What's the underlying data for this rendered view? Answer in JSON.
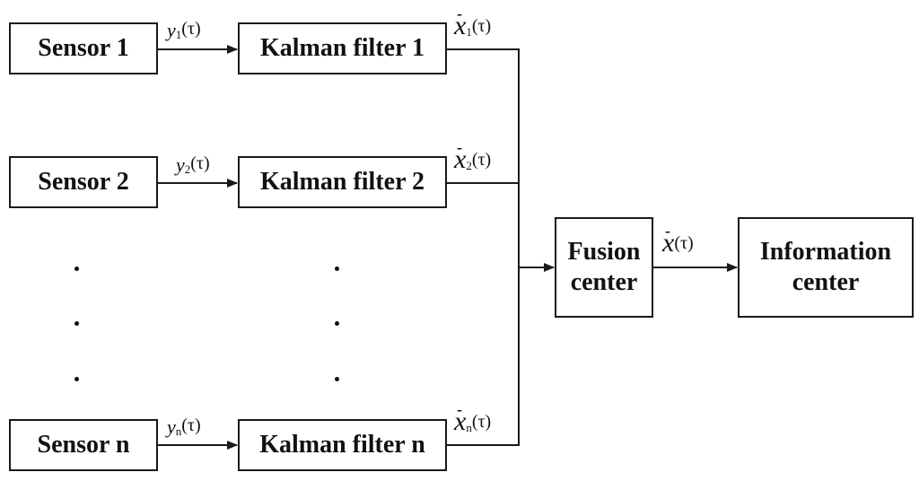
{
  "sensors": [
    {
      "label": "Sensor 1",
      "measurement_sub": "1",
      "filter": "Kalman filter 1",
      "estimate_sub": "1"
    },
    {
      "label": "Sensor 2",
      "measurement_sub": "2",
      "filter": "Kalman filter 2",
      "estimate_sub": "2"
    },
    {
      "label": "Sensor n",
      "measurement_sub": "n",
      "filter": "Kalman filter n",
      "estimate_sub": "n"
    }
  ],
  "symbols": {
    "measurement_var": "y",
    "estimate_var": "x",
    "bar": "-",
    "arg": "(τ)",
    "ellipsis": "⋮"
  },
  "fusion_center": {
    "line1": "Fusion",
    "line2": "center"
  },
  "information_center": {
    "line1": "Information",
    "line2": "center"
  },
  "colors": {
    "stroke": "#1a1a1a",
    "background": "#ffffff"
  }
}
